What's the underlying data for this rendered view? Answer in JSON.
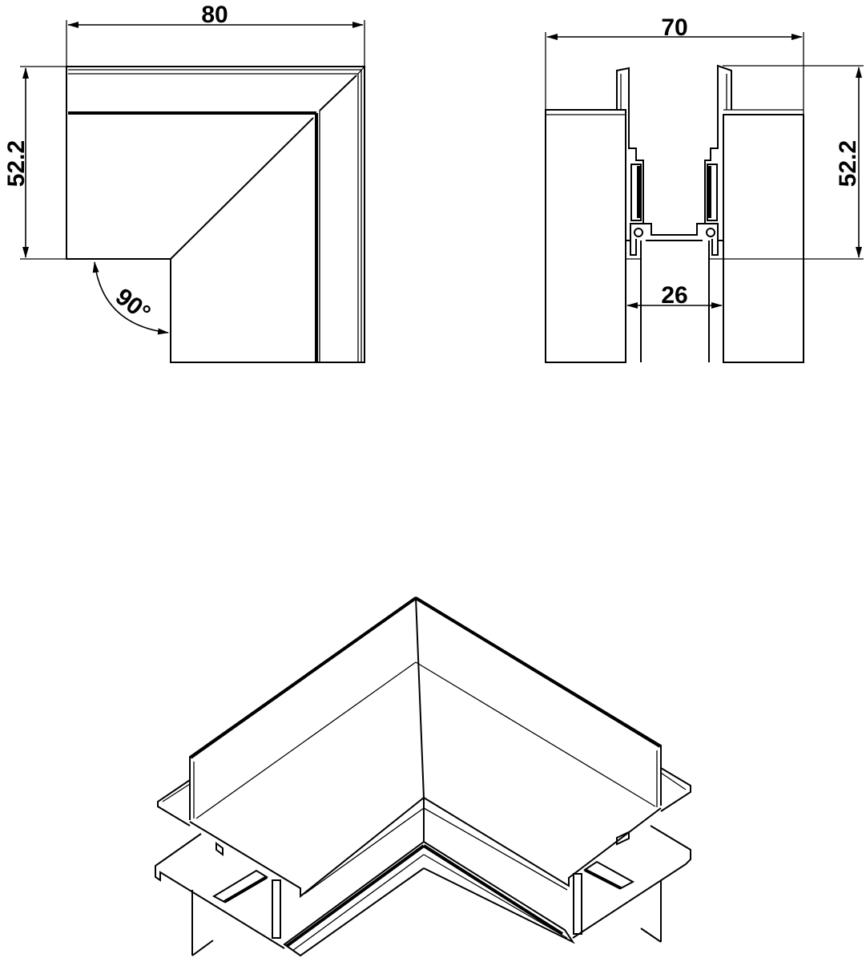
{
  "drawing": {
    "top_view": {
      "width_dim": "80",
      "height_dim": "52.2",
      "angle_dim": "90°"
    },
    "section_view": {
      "width_dim": "70",
      "height_dim": "52.2",
      "channel_dim": "26"
    },
    "iso_view": {
      "label": ""
    },
    "colors": {
      "line": "#000000",
      "background": "#ffffff"
    }
  }
}
